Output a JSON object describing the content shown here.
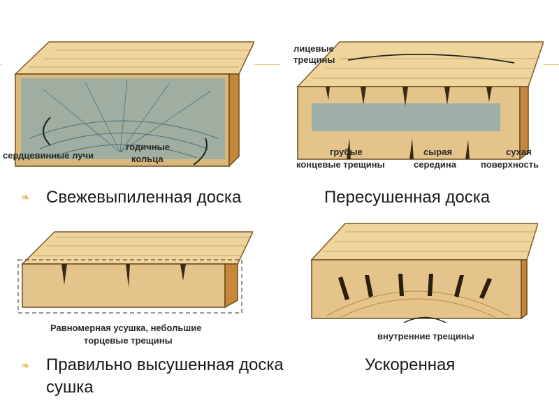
{
  "colors": {
    "accent": "#e0b35c",
    "text": "#1a1a1a",
    "wood": "#e8c98c",
    "stain": "#7fa7b3"
  },
  "panels": {
    "fresh": {
      "label_rays": "сердцевинные лучи",
      "label_rings_1": "годичные",
      "label_rings_2": "кольца"
    },
    "overdried": {
      "label_face_1": "лицевые",
      "label_face_2": "трещины",
      "label_rough_1": "грубые",
      "label_rough_2": "концевые трещины",
      "label_wet_1": "сырая",
      "label_wet_2": "середина",
      "label_dry_1": "сухая",
      "label_dry_2": "поверхность"
    },
    "proper": {
      "label_1": "Равномерная усушка, небольшие",
      "label_2": "торцевые трещины"
    },
    "accelerated": {
      "label": "внутренние трещины"
    }
  },
  "captions": {
    "row1_left": "Свежевыпиленная доска",
    "row1_right": "Пересушенная доска",
    "row2_left": "Правильно высушенная доска",
    "row2_right_1": "Ускоренная",
    "row2_right_2": "сушка"
  },
  "bullet_glyph": "❧"
}
